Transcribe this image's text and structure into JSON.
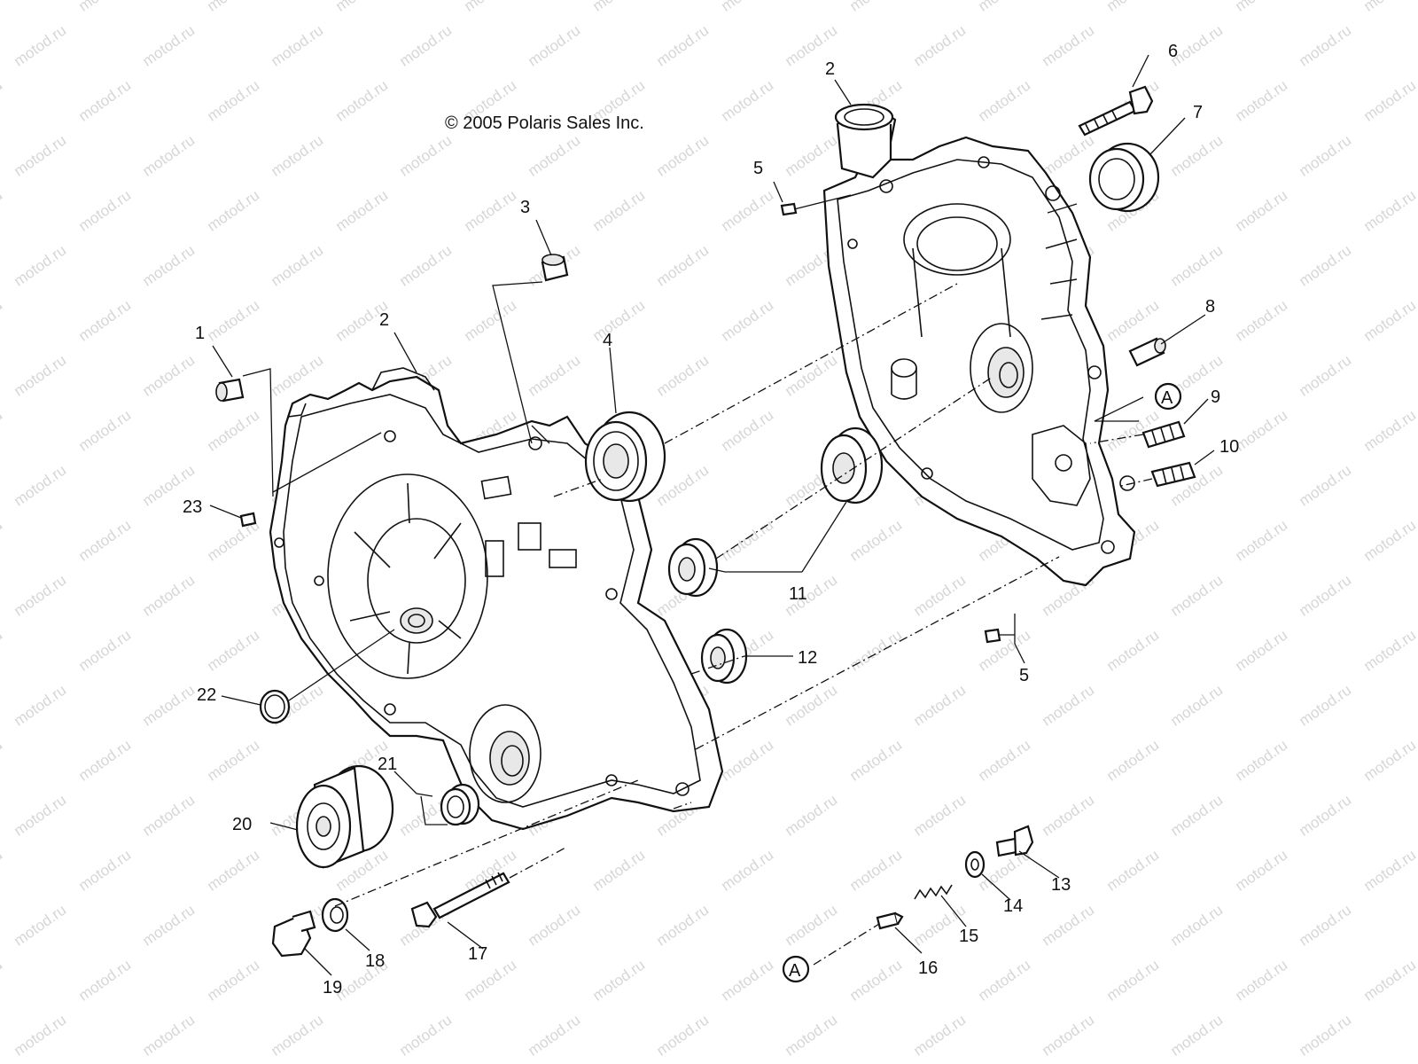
{
  "copyright": "© 2005 Polaris Sales Inc.",
  "watermark": "motod.ru",
  "callouts": {
    "c1": "1",
    "c2_left": "2",
    "c2_right": "2",
    "c3": "3",
    "c4": "4",
    "c5_top": "5",
    "c5_bottom": "5",
    "c6": "6",
    "c7": "7",
    "c8": "8",
    "c9": "9",
    "c10": "10",
    "c11": "11",
    "c12": "12",
    "c13": "13",
    "c14": "14",
    "c15": "15",
    "c16": "16",
    "c17": "17",
    "c18": "18",
    "c19": "19",
    "c20": "20",
    "c21": "21",
    "c22": "22",
    "c23": "23"
  },
  "reference_marks": {
    "a_right": "A",
    "a_bottom": "A"
  }
}
